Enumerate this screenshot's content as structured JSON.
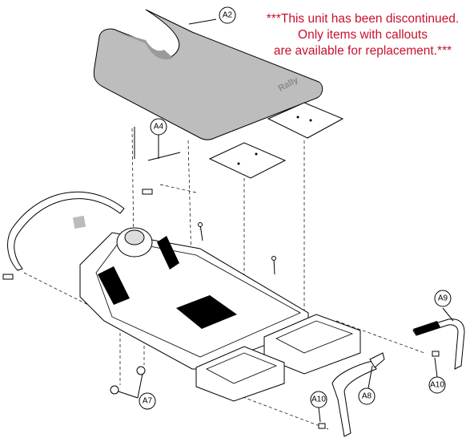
{
  "notice": {
    "line1": "***This unit has been discontinued.",
    "line2": "Only items with callouts",
    "line3": "are available for replacement.***",
    "color": "#c8102e"
  },
  "brand_mark": "Rally",
  "callouts": [
    {
      "id": "A2",
      "label": "A2"
    },
    {
      "id": "A4",
      "label": "A4"
    },
    {
      "id": "A7",
      "label": "A7"
    },
    {
      "id": "A8",
      "label": "A8"
    },
    {
      "id": "A9",
      "label": "A9"
    },
    {
      "id": "A10a",
      "label": "A10"
    },
    {
      "id": "A10b",
      "label": "A10"
    }
  ]
}
